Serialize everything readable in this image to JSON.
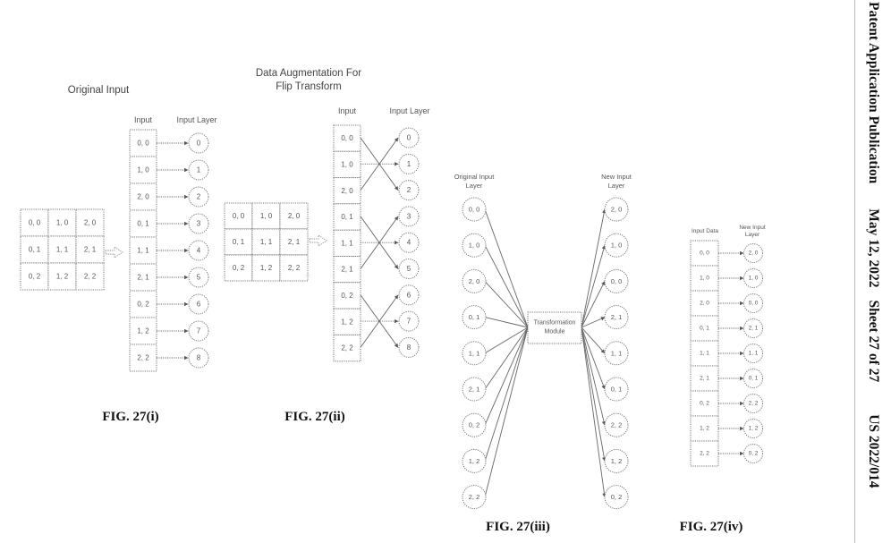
{
  "header": {
    "publication": "Patent Application Publication",
    "date": "May 12, 2022",
    "sheet": "Sheet 27 of 27",
    "number": "US 2022/014"
  },
  "fig_i": {
    "title": "Original Input",
    "grid": [
      [
        "0, 0",
        "1, 0",
        "2, 0"
      ],
      [
        "0, 1",
        "1, 1",
        "2, 1"
      ],
      [
        "0, 2",
        "1, 2",
        "2, 2"
      ]
    ],
    "input_header": "Input",
    "layer_header": "Input Layer",
    "inputs": [
      "0, 0",
      "1, 0",
      "2, 0",
      "0, 1",
      "1, 1",
      "2, 1",
      "0, 2",
      "1, 2",
      "2, 2"
    ],
    "nodes": [
      "0",
      "1",
      "2",
      "3",
      "4",
      "5",
      "6",
      "7",
      "8"
    ],
    "mapping": [
      0,
      1,
      2,
      3,
      4,
      5,
      6,
      7,
      8
    ],
    "label": "FIG. 27(i)"
  },
  "fig_ii": {
    "title_line1": "Data Augmentation For",
    "title_line2": "Flip Transform",
    "grid": [
      [
        "0, 0",
        "1, 0",
        "2, 0"
      ],
      [
        "0, 1",
        "1, 1",
        "2, 1"
      ],
      [
        "0, 2",
        "1, 2",
        "2, 2"
      ]
    ],
    "input_header": "Input",
    "layer_header": "Input Layer",
    "inputs": [
      "0, 0",
      "1, 0",
      "2, 0",
      "0, 1",
      "1, 1",
      "2, 1",
      "0, 2",
      "1, 2",
      "2, 2"
    ],
    "nodes": [
      "0",
      "1",
      "2",
      "3",
      "4",
      "5",
      "6",
      "7",
      "8"
    ],
    "mapping": [
      2,
      1,
      0,
      5,
      4,
      3,
      8,
      7,
      6
    ],
    "label": "FIG. 27(ii)"
  },
  "fig_iii": {
    "left_header_line1": "Original Input",
    "left_header_line2": "Layer",
    "right_header_line1": "New Input",
    "right_header_line2": "Layer",
    "left_nodes": [
      "0, 0",
      "1, 0",
      "2, 0",
      "0, 1",
      "1, 1",
      "2, 1",
      "0, 2",
      "1, 2",
      "2, 2"
    ],
    "right_nodes": [
      "2, 0",
      "1, 0",
      "0, 0",
      "2, 1",
      "1, 1",
      "0, 1",
      "2, 2",
      "1, 2",
      "0, 2"
    ],
    "module_line1": "Transformation",
    "module_line2": "Module",
    "label": "FIG. 27(iii)"
  },
  "fig_iv": {
    "input_header": "Input Data",
    "layer_header_line1": "New Input",
    "layer_header_line2": "Layer",
    "inputs": [
      "0, 0",
      "1, 0",
      "2, 0",
      "0, 1",
      "1, 1",
      "2, 1",
      "0, 2",
      "1, 2",
      "2, 2"
    ],
    "nodes": [
      "2, 0",
      "1, 0",
      "0, 0",
      "2, 1",
      "1, 1",
      "0, 1",
      "2, 2",
      "1, 2",
      "0, 2"
    ],
    "label": "FIG. 27(iv)"
  }
}
